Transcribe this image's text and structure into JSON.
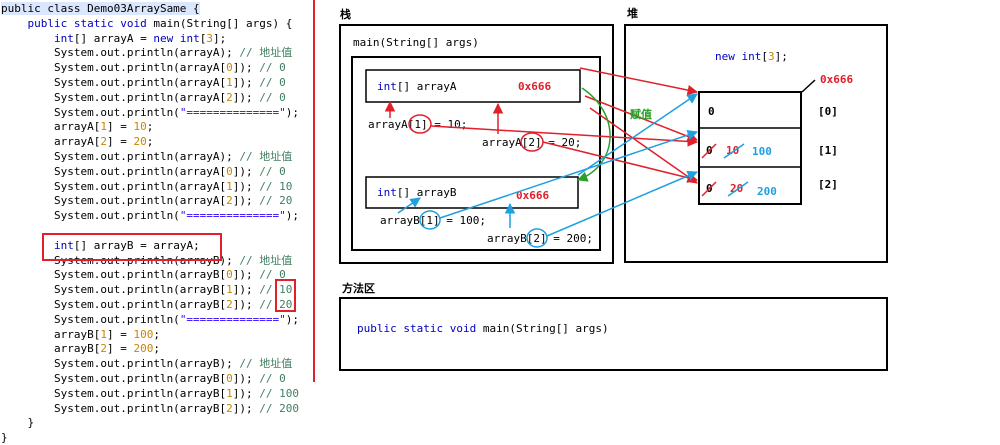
{
  "code": {
    "lines": [
      [
        {
          "t": "public class Demo03ArraySame {",
          "c": "hl"
        }
      ],
      [
        {
          "t": "    "
        },
        {
          "t": "public static void",
          "c": "kw"
        },
        {
          "t": " main(String[] args) {"
        }
      ],
      [
        {
          "t": "        "
        },
        {
          "t": "int",
          "c": "kw"
        },
        {
          "t": "[] arrayA = "
        },
        {
          "t": "new int",
          "c": "kw"
        },
        {
          "t": "["
        },
        {
          "t": "3",
          "c": "num"
        },
        {
          "t": "];"
        }
      ],
      [
        {
          "t": "        System.out.println(arrayA); "
        },
        {
          "t": "// 地址值",
          "c": "cm"
        }
      ],
      [
        {
          "t": "        System.out.println(arrayA["
        },
        {
          "t": "0",
          "c": "num"
        },
        {
          "t": "]); "
        },
        {
          "t": "// 0",
          "c": "cm"
        }
      ],
      [
        {
          "t": "        System.out.println(arrayA["
        },
        {
          "t": "1",
          "c": "num"
        },
        {
          "t": "]); "
        },
        {
          "t": "// 0",
          "c": "cm"
        }
      ],
      [
        {
          "t": "        System.out.println(arrayA["
        },
        {
          "t": "2",
          "c": "num"
        },
        {
          "t": "]); "
        },
        {
          "t": "// 0",
          "c": "cm"
        }
      ],
      [
        {
          "t": "        System.out.println("
        },
        {
          "t": "\"==============\"",
          "c": "str"
        },
        {
          "t": ");"
        }
      ],
      [
        {
          "t": "        arrayA["
        },
        {
          "t": "1",
          "c": "num"
        },
        {
          "t": "] = "
        },
        {
          "t": "10",
          "c": "num"
        },
        {
          "t": ";"
        }
      ],
      [
        {
          "t": "        arrayA["
        },
        {
          "t": "2",
          "c": "num"
        },
        {
          "t": "] = "
        },
        {
          "t": "20",
          "c": "num"
        },
        {
          "t": ";"
        }
      ],
      [
        {
          "t": "        System.out.println(arrayA); "
        },
        {
          "t": "// 地址值",
          "c": "cm"
        }
      ],
      [
        {
          "t": "        System.out.println(arrayA["
        },
        {
          "t": "0",
          "c": "num"
        },
        {
          "t": "]); "
        },
        {
          "t": "// 0",
          "c": "cm"
        }
      ],
      [
        {
          "t": "        System.out.println(arrayA["
        },
        {
          "t": "1",
          "c": "num"
        },
        {
          "t": "]); "
        },
        {
          "t": "// 10",
          "c": "cm"
        }
      ],
      [
        {
          "t": "        System.out.println(arrayA["
        },
        {
          "t": "2",
          "c": "num"
        },
        {
          "t": "]); "
        },
        {
          "t": "// 20",
          "c": "cm"
        }
      ],
      [
        {
          "t": "        System.out.println("
        },
        {
          "t": "\"==============\"",
          "c": "str"
        },
        {
          "t": ");"
        }
      ],
      [
        {
          "t": ""
        }
      ],
      [
        {
          "t": "        "
        },
        {
          "t": "int",
          "c": "kw"
        },
        {
          "t": "[] arrayB = arrayA;"
        }
      ],
      [
        {
          "t": "        System.out.println(arrayB); "
        },
        {
          "t": "// 地址值",
          "c": "cm"
        }
      ],
      [
        {
          "t": "        System.out.println(arrayB["
        },
        {
          "t": "0",
          "c": "num"
        },
        {
          "t": "]); "
        },
        {
          "t": "// 0",
          "c": "cm"
        }
      ],
      [
        {
          "t": "        System.out.println(arrayB["
        },
        {
          "t": "1",
          "c": "num"
        },
        {
          "t": "]); "
        },
        {
          "t": "// 10",
          "c": "cm"
        }
      ],
      [
        {
          "t": "        System.out.println(arrayB["
        },
        {
          "t": "2",
          "c": "num"
        },
        {
          "t": "]); "
        },
        {
          "t": "// 20",
          "c": "cm"
        }
      ],
      [
        {
          "t": "        System.out.println("
        },
        {
          "t": "\"==============\"",
          "c": "str"
        },
        {
          "t": ");"
        }
      ],
      [
        {
          "t": "        arrayB["
        },
        {
          "t": "1",
          "c": "num"
        },
        {
          "t": "] = "
        },
        {
          "t": "100",
          "c": "num"
        },
        {
          "t": ";"
        }
      ],
      [
        {
          "t": "        arrayB["
        },
        {
          "t": "2",
          "c": "num"
        },
        {
          "t": "] = "
        },
        {
          "t": "200",
          "c": "num"
        },
        {
          "t": ";"
        }
      ],
      [
        {
          "t": "        System.out.println(arrayB); "
        },
        {
          "t": "// 地址值",
          "c": "cm"
        }
      ],
      [
        {
          "t": "        System.out.println(arrayB["
        },
        {
          "t": "0",
          "c": "num"
        },
        {
          "t": "]); "
        },
        {
          "t": "// 0",
          "c": "cm"
        }
      ],
      [
        {
          "t": "        System.out.println(arrayB["
        },
        {
          "t": "1",
          "c": "num"
        },
        {
          "t": "]); "
        },
        {
          "t": "// 100",
          "c": "cm"
        }
      ],
      [
        {
          "t": "        System.out.println(arrayB["
        },
        {
          "t": "2",
          "c": "num"
        },
        {
          "t": "]); "
        },
        {
          "t": "// 200",
          "c": "cm"
        }
      ],
      [
        {
          "t": "    }"
        }
      ],
      [
        {
          "t": "}"
        }
      ]
    ]
  },
  "diagram": {
    "stack_label": "栈",
    "heap_label": "堆",
    "method_area_label": "方法区",
    "frame_title": "main(String[] args)",
    "arrayA_decl": "int[] arrayA",
    "arrayA_addr": "0x666",
    "arrayB_decl": "int[] arrayB",
    "arrayB_addr": "0x666",
    "stmt_a1": "arrayA[1] = 10;",
    "stmt_a2": "arrayA[2] = 20;",
    "stmt_b1": "arrayB[1] = 100;",
    "stmt_b2": "arrayB[2] = 200;",
    "heap_new": "new int[3];",
    "heap_addr": "0x666",
    "assign_label": "赋值",
    "cells": [
      {
        "index": "[0]",
        "value": "0",
        "old": "",
        "new": ""
      },
      {
        "index": "[1]",
        "value": "0",
        "old": "10",
        "new": "100"
      },
      {
        "index": "[2]",
        "value": "0",
        "old": "20",
        "new": "200"
      }
    ],
    "method_sig": "public static void main(String[] args)",
    "colors": {
      "red": "#e0202a",
      "blue": "#1fa0e0",
      "green": "#2aa02a",
      "keyword": "#0000c0",
      "number": "#c98500"
    }
  }
}
